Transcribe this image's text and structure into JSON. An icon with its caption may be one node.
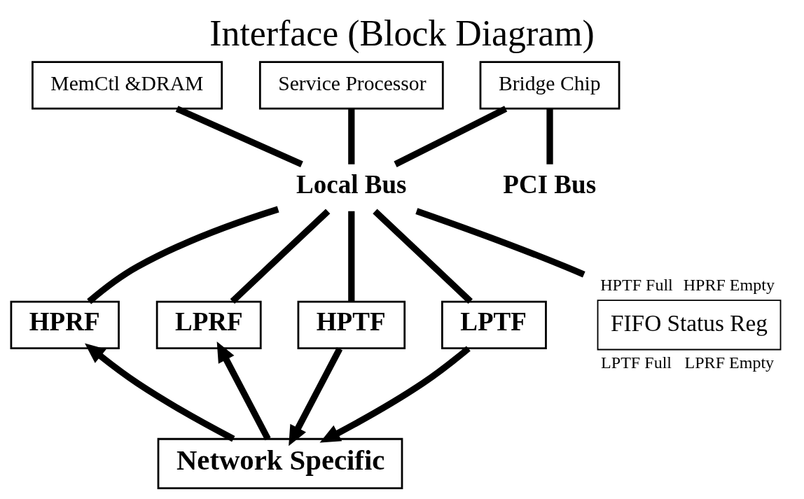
{
  "diagram": {
    "title": "Interface (Block Diagram)",
    "nodes": [
      {
        "text": [
          "MemCtl &DRAM"
        ]
      },
      {
        "text": [
          "Service Processor"
        ]
      },
      {
        "text": [
          "Bridge Chip"
        ]
      },
      {
        "text": [
          "PCI Bus"
        ]
      },
      {
        "text": [
          "Local Bus"
        ]
      },
      {
        "text": [
          "HPRF"
        ]
      },
      {
        "text": [
          "LPRF"
        ]
      },
      {
        "text": [
          "HPTF"
        ]
      },
      {
        "text": [
          "LPTF"
        ]
      },
      {
        "text": [
          "FIFO Status Reg"
        ],
        "beside": [
          "HPTF Full",
          "HPRF Empty",
          "LPTF Full",
          "LPRF Empty"
        ]
      },
      {
        "text": [
          "Network Specific"
        ]
      }
    ],
    "edges": [
      {
        "from": 2,
        "to": 3,
        "arrow": "none"
      },
      {
        "from": 0,
        "to": 4,
        "arrow": "none"
      },
      {
        "from": 1,
        "to": 4,
        "arrow": "none"
      },
      {
        "from": 2,
        "to": 4,
        "arrow": "none"
      },
      {
        "from": 4,
        "to": 5,
        "arrow": "none"
      },
      {
        "from": 4,
        "to": 6,
        "arrow": "none"
      },
      {
        "from": 4,
        "to": 7,
        "arrow": "none"
      },
      {
        "from": 4,
        "to": 8,
        "arrow": "none"
      },
      {
        "from": 4,
        "to": 9,
        "arrow": "none"
      },
      {
        "from": 10,
        "to": 5,
        "arrow": "to"
      },
      {
        "from": 10,
        "to": 6,
        "arrow": "to"
      },
      {
        "from": 7,
        "to": 10,
        "arrow": "to"
      },
      {
        "from": 8,
        "to": 10,
        "arrow": "to"
      }
    ]
  }
}
